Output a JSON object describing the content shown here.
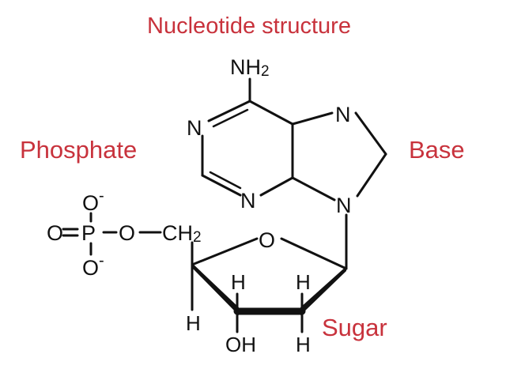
{
  "title": "Nucleotide structure",
  "labels": {
    "phosphate": "Phosphate",
    "base": "Base",
    "sugar": "Sugar"
  },
  "atoms": {
    "nh2": "NH",
    "nh2_sub": "2",
    "n_ring6_left": "N",
    "n_ring6_bottom": "N",
    "n_ring5_top": "N",
    "n_ring5_bottom": "N",
    "o_ring": "O",
    "phosphate_o_top": "O",
    "phosphate_o_top_charge": "-",
    "phosphate_o_left": "O",
    "phosphate_p": "P",
    "phosphate_o_right": "O",
    "phosphate_o_bottom": "O",
    "phosphate_o_bottom_charge": "-",
    "ch2": "CH",
    "ch2_sub": "2",
    "h_c4": "H",
    "h_c3": "H",
    "h_c2": "H",
    "h_c1": "H",
    "oh": "OH"
  },
  "colors": {
    "label": "#c8323c",
    "structure": "#111111",
    "background": "#ffffff"
  }
}
